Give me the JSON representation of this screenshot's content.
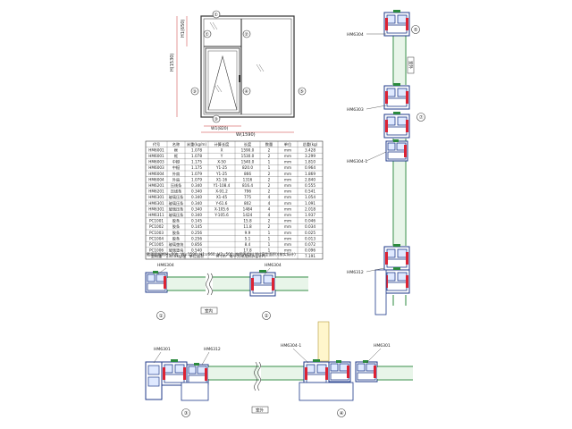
{
  "elevation": {
    "dim_top": "W1(820)",
    "dim_bottom": "W(1590)",
    "dim_height": "H(1530)",
    "dim_upper": "H1(650)",
    "callouts": [
      "①",
      "②",
      "③",
      "④",
      "⑤"
    ]
  },
  "table": {
    "headers": [
      "代号",
      "名称",
      "米重(kg/m)",
      "计算长度",
      "长度",
      "数量",
      "单位",
      "总重(kg)"
    ],
    "rows": [
      [
        "HM6001",
        "框",
        "1.078",
        "X",
        "1590.0",
        "2",
        "mm",
        "3.428"
      ],
      [
        "HM6001",
        "框",
        "1.078",
        "Y",
        "1530.0",
        "2",
        "mm",
        "3.299"
      ],
      [
        "HM6003",
        "中梃",
        "1.175",
        "X-50",
        "1540.0",
        "1",
        "mm",
        "1.810"
      ],
      [
        "HM6003",
        "中梃",
        "1.175",
        "Y1-25",
        "820.0",
        "1",
        "mm",
        "0.964"
      ],
      [
        "HM6004",
        "外扇",
        "1.079",
        "Y1-25",
        "866",
        "2",
        "mm",
        "1.869"
      ],
      [
        "HM6004",
        "外扇",
        "1.079",
        "X1-16",
        "1316",
        "2",
        "mm",
        "2.840"
      ],
      [
        "HM6201",
        "压线条",
        "0.340",
        "Y1-108.4",
        "816.4",
        "2",
        "mm",
        "0.555"
      ],
      [
        "HM6201",
        "压线条",
        "0.340",
        "X-91.2",
        "796",
        "2",
        "mm",
        "0.541"
      ],
      [
        "HM6301",
        "玻璃压条",
        "0.340",
        "X1-45",
        "775",
        "4",
        "mm",
        "1.054"
      ],
      [
        "HM6301",
        "玻璃压条",
        "0.340",
        "Y-61.6",
        "802",
        "4",
        "mm",
        "1.091"
      ],
      [
        "HM6301",
        "玻璃压条",
        "0.340",
        "X-105.6",
        "1484",
        "4",
        "mm",
        "2.018"
      ],
      [
        "HM6311",
        "玻璃压条",
        "0.340",
        "Y-105.6",
        "1424",
        "4",
        "mm",
        "1.937"
      ],
      [
        "PC1001",
        "胶条",
        "0.145",
        "",
        "15.8",
        "2",
        "mm",
        "0.046"
      ],
      [
        "PC1002",
        "胶条",
        "0.145",
        "",
        "11.8",
        "2",
        "mm",
        "0.034"
      ],
      [
        "PC1003",
        "胶条",
        "0.256",
        "",
        "9.9",
        "1",
        "mm",
        "0.025"
      ],
      [
        "PC1004",
        "胶条",
        "0.256",
        "",
        "5.1",
        "1",
        "mm",
        "0.013"
      ],
      [
        "PC1005",
        "玻璃垫块",
        "0.856",
        "",
        "8.4",
        "1",
        "mm",
        "0.072"
      ],
      [
        "PC1006",
        "玻璃垫块",
        "0.540",
        "",
        "17.8",
        "1",
        "mm",
        "0.096"
      ]
    ],
    "footer": [
      "型材重",
      "130.8kg/樘",
      "单位面积",
      "M²/m²",
      "每平方米用料(kg/m²)",
      "",
      "",
      "7.191"
    ]
  },
  "note": "截面图规格H=50h, W=1590, H1=660, H2=500, 按图表用料 M²(窗型面积)(按实际计)",
  "section_labels": {
    "top_left": [
      "HM6304"
    ],
    "top_mid": [
      "HM6304"
    ],
    "bottom_left": [
      "HM6301",
      "HM6312"
    ],
    "bottom_right": [
      "HM6304-1",
      "HM6301"
    ],
    "right_col": [
      "HM6304",
      "HM6303",
      "HM6304-1",
      "HM6312"
    ],
    "circle_top_left": "①",
    "circle_top_mid": "②",
    "circle_bottom_left": "③",
    "circle_bottom_right": "④",
    "circle_right_a": "⑤",
    "circle_right_b": "⑦",
    "view_label_top": "室内",
    "view_label_bottom": "室外",
    "view_label_side": "室外"
  }
}
